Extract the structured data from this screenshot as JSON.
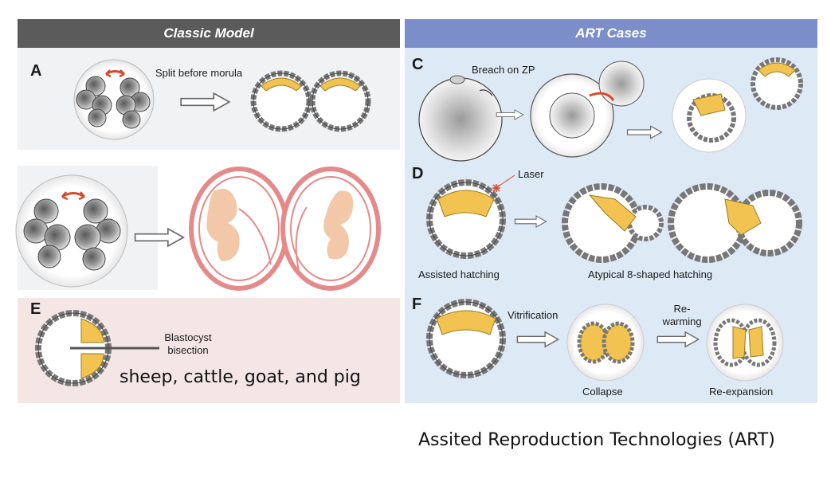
{
  "headers": {
    "classic": "Classic Model",
    "art": "ART Cases"
  },
  "panels": {
    "A": {
      "letter": "A",
      "label": "Split before morula"
    },
    "C": {
      "letter": "C",
      "label": "Breach on ZP"
    },
    "D": {
      "letter": "D",
      "laser": "Laser",
      "caption_left": "Assisted hatching",
      "caption_right": "Atypical 8-shaped hatching"
    },
    "E": {
      "letter": "E",
      "label_line1": "Blastocyst",
      "label_line2": "bisection",
      "species": "sheep, cattle, goat, and pig"
    },
    "F": {
      "letter": "F",
      "step1": "Vitrification",
      "step2_line1": "Re-",
      "step2_line2": "warming",
      "caption_mid": "Collapse",
      "caption_right": "Re-expansion"
    }
  },
  "footer": {
    "title": "Assited Reproduction Technologies (ART)"
  },
  "colors": {
    "header_classic": "#5b5b5b",
    "header_art": "#7b8ec9",
    "art_bg": "#dde9f5",
    "classic_bg": "#f1f2f4",
    "panel_e_bg": "#f5e6e6",
    "cell_yellow": "#f2c350",
    "cell_gray": "#d6d6d6",
    "uterus_red": "#e58a8a",
    "fetus": "#f2c8a8",
    "arrow_red": "#d9482b"
  }
}
